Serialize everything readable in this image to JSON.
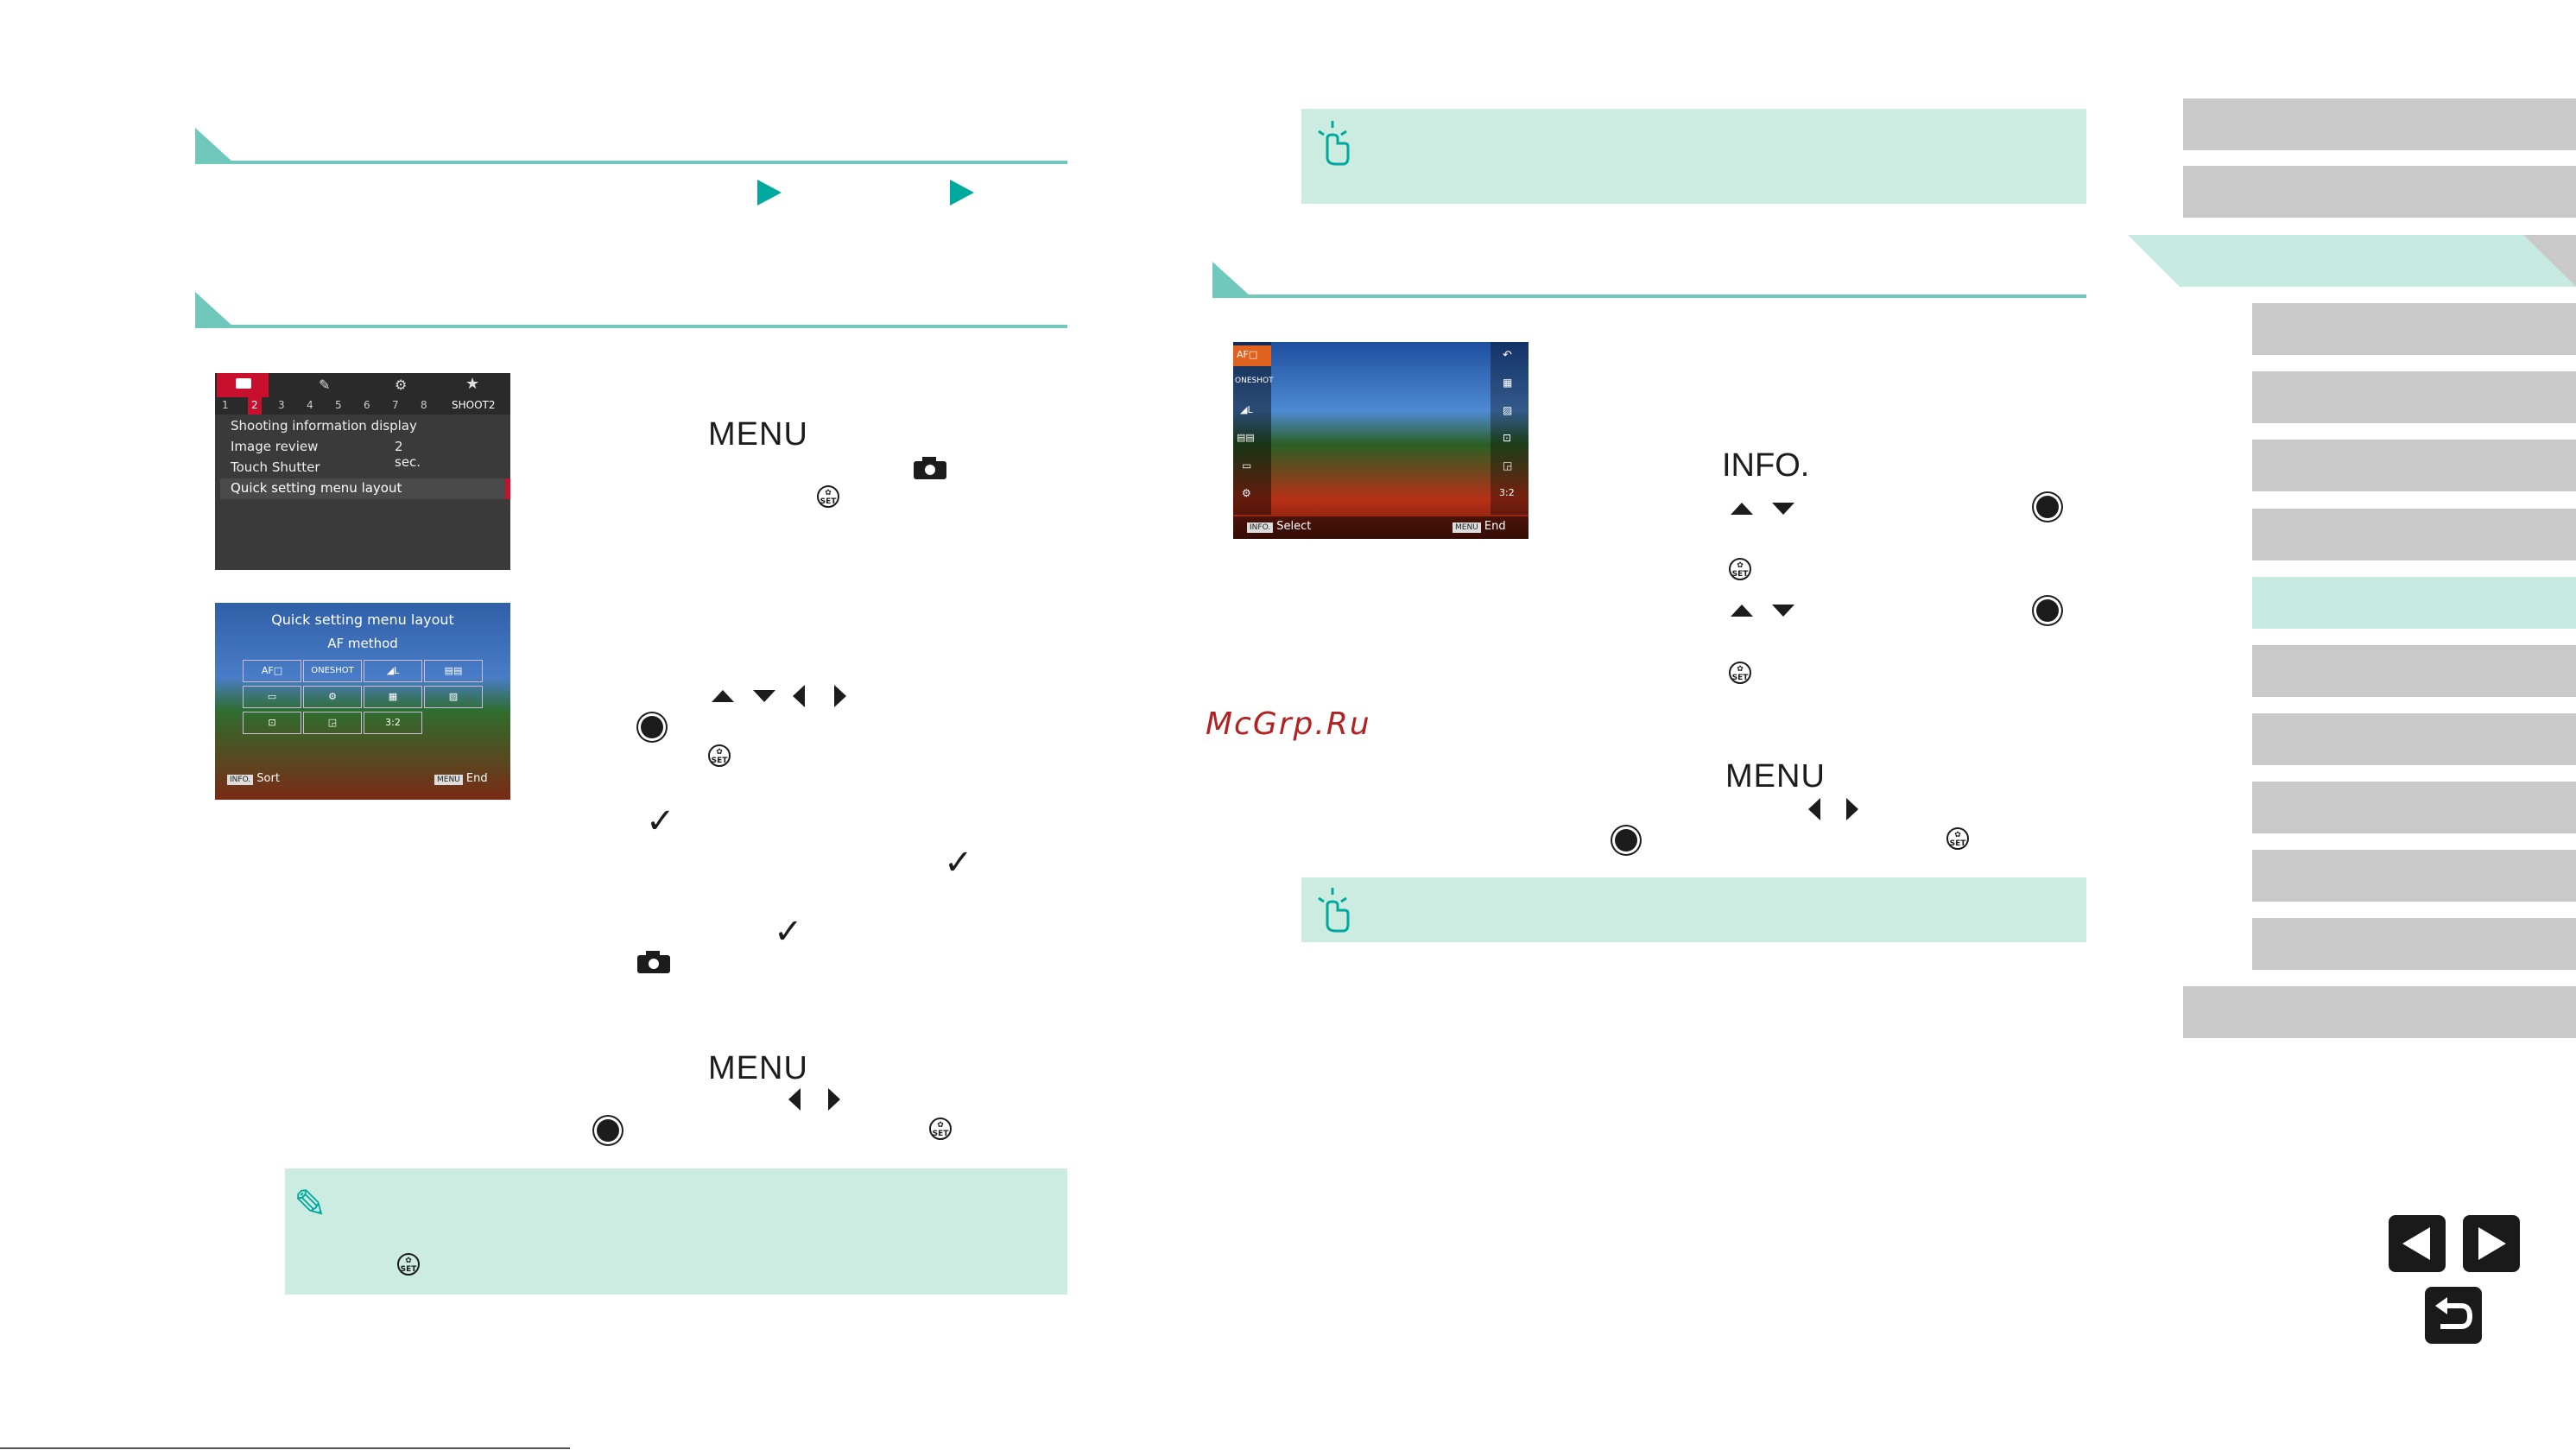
{
  "left": {
    "menu_key_1": "MENU",
    "menu_key_2": "MENU"
  },
  "right": {
    "info_key": "INFO.",
    "menu_key": "MENU"
  },
  "screen1": {
    "tabs_numbers": [
      "1",
      "2",
      "3",
      "4",
      "5",
      "6",
      "7",
      "8"
    ],
    "tab_label": "SHOOT2",
    "rows": [
      {
        "label": "Shooting information display",
        "value": ""
      },
      {
        "label": "Image review",
        "value": "2 sec."
      },
      {
        "label": "Touch Shutter",
        "value": ""
      },
      {
        "label": "Quick setting menu layout",
        "value": ""
      }
    ]
  },
  "screen2": {
    "title": "Quick setting menu layout",
    "subtitle": "AF method",
    "cells": [
      "AF□",
      "ONESHOT",
      "◢L",
      "▤▤",
      "▭",
      "⚙",
      "▦",
      "▨",
      "⊡",
      "◲",
      "3:2",
      ""
    ],
    "footer_left_key": "INFO.",
    "footer_left": "Sort",
    "footer_right_key": "MENU",
    "footer_right": "End"
  },
  "screen3": {
    "left_icons": [
      "AF□",
      "ONESHOT",
      "◢L",
      "▤▤",
      "▭",
      "⚙"
    ],
    "right_icons": [
      "↶",
      "▦",
      "▨",
      "⊡",
      "◲",
      "3:2"
    ],
    "footer_left_key": "INFO.",
    "footer_left": "Select",
    "footer_right_key": "MENU",
    "footer_right": "End"
  },
  "watermark": "McGrp.Ru",
  "colors": {
    "accent": "#00a99d",
    "section_line": "#6fc8bb",
    "note_bg": "#cdece1",
    "nav_gray": "#c9c9c9",
    "nav_active": "#c6eadf",
    "menu_red": "#c8102e"
  },
  "icons": {
    "play_arrow": "play-arrow-icon",
    "camera": "camera-icon",
    "touch": "touch-icon",
    "pencil": "pencil-icon",
    "prev": "previous-page-icon",
    "next": "next-page-icon",
    "back": "back-icon"
  }
}
